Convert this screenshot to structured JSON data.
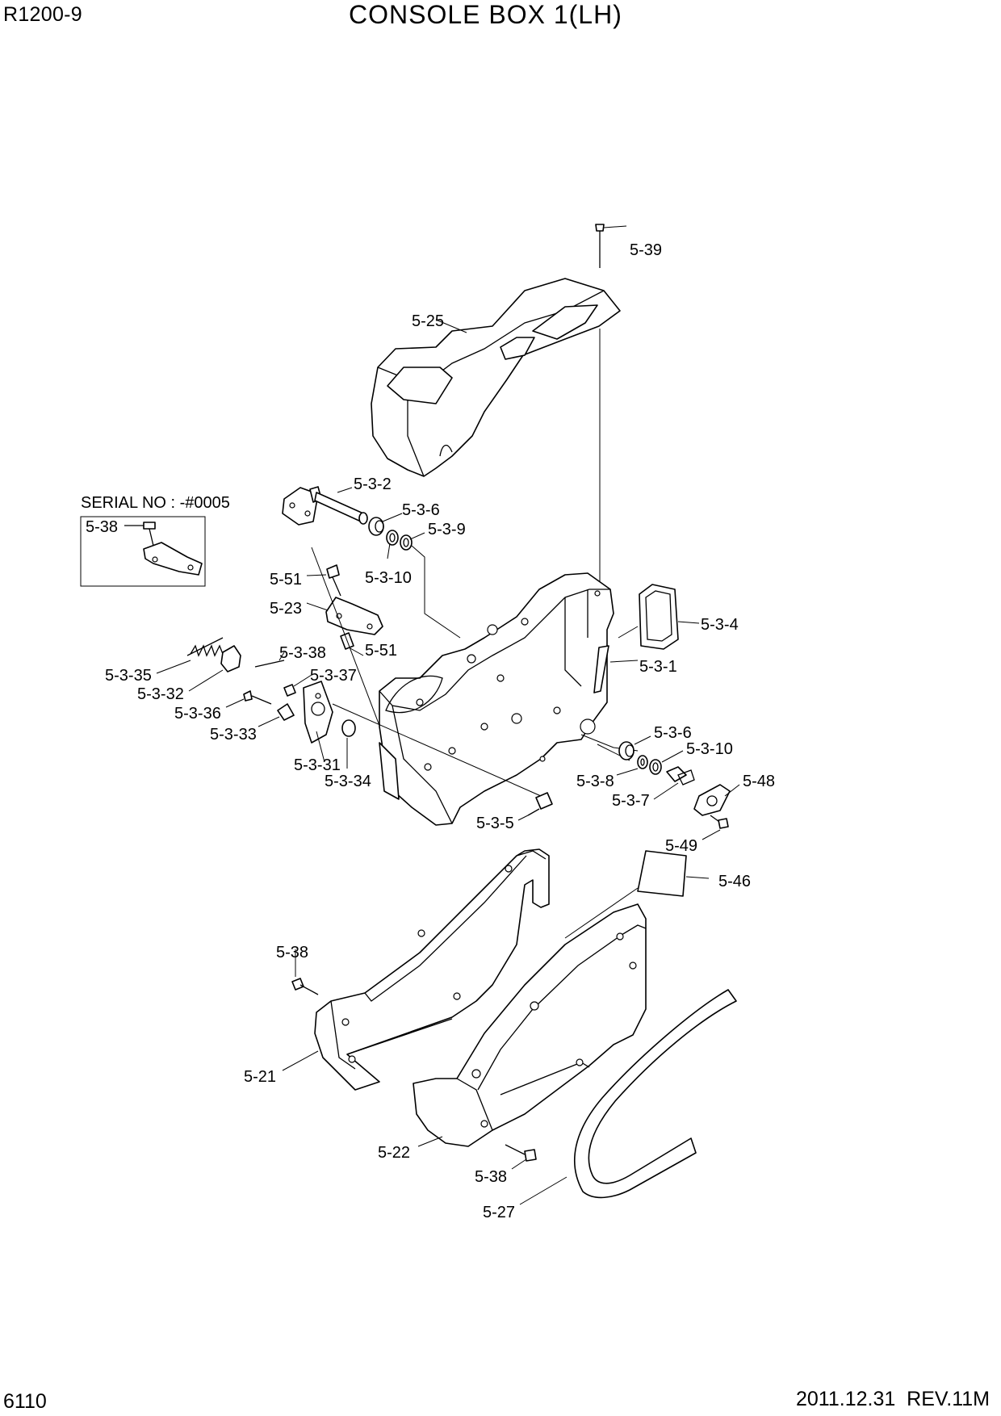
{
  "header": {
    "model": "R1200-9",
    "title": "CONSOLE BOX 1(LH)"
  },
  "footer": {
    "page_number": "6110",
    "revision": "2011.12.31  REV.11M"
  },
  "inset": {
    "caption": "SERIAL NO : -#0005",
    "part_label": "5-38"
  },
  "callouts": {
    "c_5_39": "5-39",
    "c_5_25": "5-25",
    "c_5_3_2": "5-3-2",
    "c_5_3_6a": "5-3-6",
    "c_5_3_9": "5-3-9",
    "c_5_3_10a": "5-3-10",
    "c_5_51a": "5-51",
    "c_5_23": "5-23",
    "c_5_51b": "5-51",
    "c_5_3_4": "5-3-4",
    "c_5_3_1": "5-3-1",
    "c_5_3_38": "5-3-38",
    "c_5_3_37": "5-3-37",
    "c_5_3_35": "5-3-35",
    "c_5_3_32": "5-3-32",
    "c_5_3_36": "5-3-36",
    "c_5_3_33": "5-3-33",
    "c_5_3_31": "5-3-31",
    "c_5_3_34": "5-3-34",
    "c_5_3_6b": "5-3-6",
    "c_5_3_10b": "5-3-10",
    "c_5_3_8": "5-3-8",
    "c_5_48": "5-48",
    "c_5_3_7": "5-3-7",
    "c_5_3_5": "5-3-5",
    "c_5_49": "5-49",
    "c_5_46": "5-46",
    "c_5_38a": "5-38",
    "c_5_21": "5-21",
    "c_5_22": "5-22",
    "c_5_38b": "5-38",
    "c_5_27": "5-27"
  }
}
